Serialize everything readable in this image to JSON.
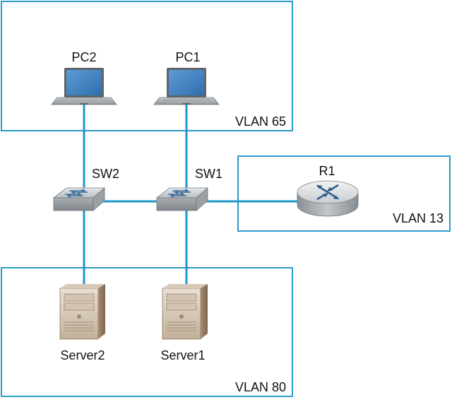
{
  "diagram": {
    "colors": {
      "box_border": "#2a9ac8",
      "link": "#1f97c9",
      "device_gray": "#8e9498",
      "screen_blue": "#3b7ec0",
      "server_tan": "#b8a48c",
      "text": "#111111"
    },
    "zones": [
      {
        "id": "vlan65",
        "label": "VLAN 65"
      },
      {
        "id": "vlan13",
        "label": "VLAN 13"
      },
      {
        "id": "vlan80",
        "label": "VLAN 80"
      }
    ],
    "devices": [
      {
        "id": "pc2",
        "type": "laptop",
        "icon": "laptop-icon",
        "label": "PC2"
      },
      {
        "id": "pc1",
        "type": "laptop",
        "icon": "laptop-icon",
        "label": "PC1"
      },
      {
        "id": "sw2",
        "type": "switch",
        "icon": "switch-icon",
        "label": "SW2"
      },
      {
        "id": "sw1",
        "type": "switch",
        "icon": "switch-icon",
        "label": "SW1"
      },
      {
        "id": "r1",
        "type": "router",
        "icon": "router-icon",
        "label": "R1"
      },
      {
        "id": "server2",
        "type": "server",
        "icon": "server-icon",
        "label": "Server2"
      },
      {
        "id": "server1",
        "type": "server",
        "icon": "server-icon",
        "label": "Server1"
      }
    ],
    "links": [
      {
        "from": "pc2",
        "to": "sw2"
      },
      {
        "from": "pc1",
        "to": "sw1"
      },
      {
        "from": "sw2",
        "to": "sw1"
      },
      {
        "from": "sw1",
        "to": "r1"
      },
      {
        "from": "sw2",
        "to": "server2"
      },
      {
        "from": "sw1",
        "to": "server1"
      }
    ]
  }
}
